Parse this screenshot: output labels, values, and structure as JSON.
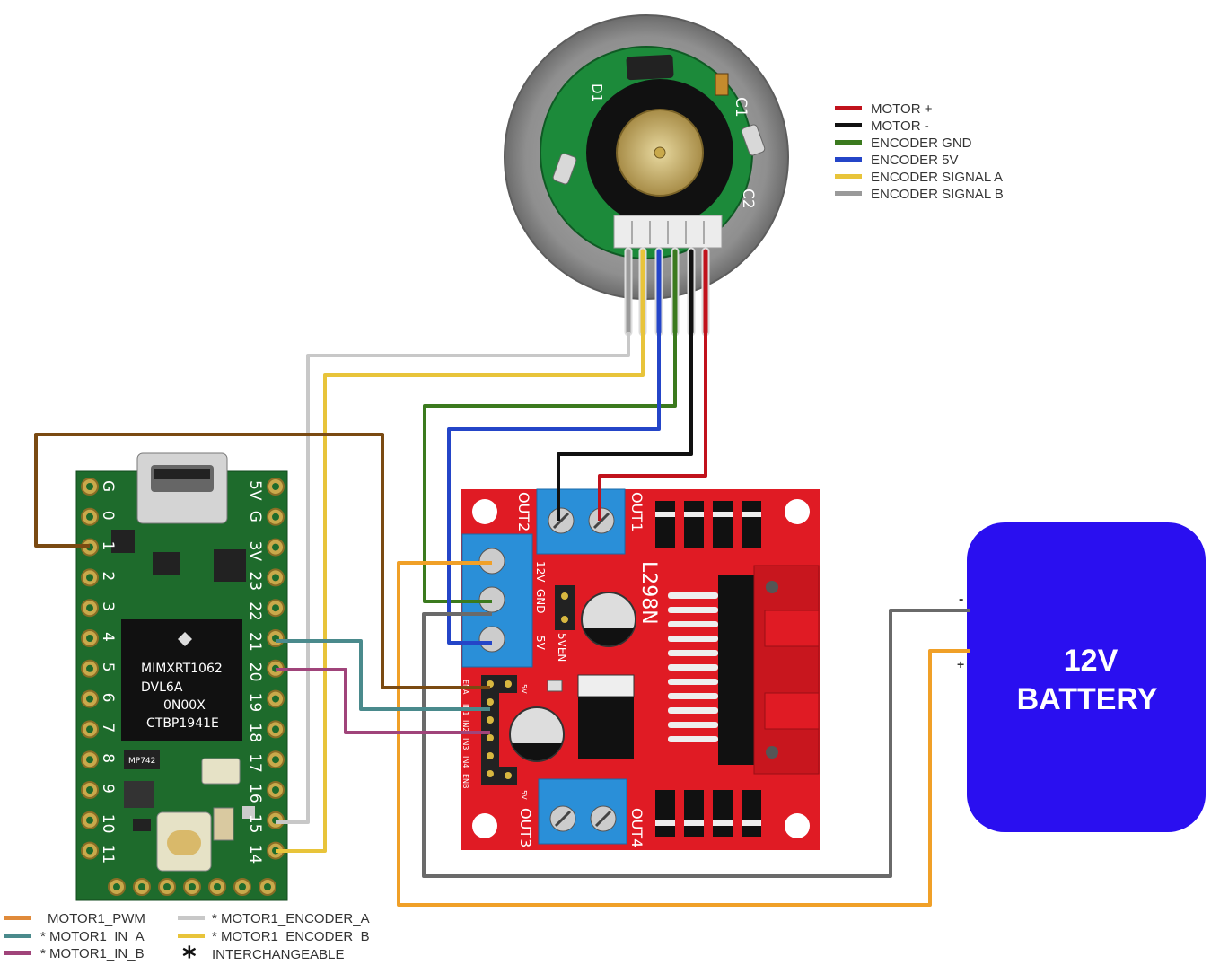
{
  "motor_legend": [
    {
      "label": "MOTOR +",
      "color": "#c1121c"
    },
    {
      "label": "MOTOR -",
      "color": "#111111"
    },
    {
      "label": "ENCODER GND",
      "color": "#3b7a1e"
    },
    {
      "label": "ENCODER 5V",
      "color": "#2445c8"
    },
    {
      "label": "ENCODER SIGNAL A",
      "color": "#e8c43a"
    },
    {
      "label": "ENCODER SIGNAL B",
      "color": "#9a9a9a"
    }
  ],
  "signal_legend": [
    {
      "label": "MOTOR1_PWM",
      "color": "#e08a3a"
    },
    {
      "label": "* MOTOR1_IN_A",
      "color": "#4a8a8c"
    },
    {
      "label": "* MOTOR1_IN_B",
      "color": "#a0447a"
    },
    {
      "label": "* MOTOR1_ENCODER_A",
      "color": "#c8c8c8"
    },
    {
      "label": "* MOTOR1_ENCODER_B",
      "color": "#e8c43a"
    },
    {
      "label": "INTERCHANGEABLE",
      "symbol": "*"
    }
  ],
  "battery": {
    "line1": "12V",
    "line2": "BATTERY",
    "minus": "-",
    "plus": "+",
    "color": "#2a0ff0"
  },
  "teensy": {
    "chip_lines": [
      "MIMXRT1062",
      "DVL6A",
      "0N00X",
      "CTBP1941E"
    ],
    "small_chip": "MP742",
    "left_pins": [
      "G",
      "0",
      "1",
      "2",
      "3",
      "4",
      "5",
      "6",
      "7",
      "8",
      "9",
      "10",
      "11"
    ],
    "right_pins": [
      "5V",
      "G",
      "3V",
      "23",
      "22",
      "21",
      "20",
      "19",
      "18",
      "17",
      "16",
      "15",
      "14"
    ]
  },
  "driver": {
    "title": "L298N",
    "out1": "OUT1",
    "out2": "OUT2",
    "out3": "OUT3",
    "out4": "OUT4",
    "power_labels": [
      "12V",
      "GND",
      "5V"
    ],
    "jumper_label": "5VEN",
    "header_labels": [
      "ENA",
      "IN1",
      "IN2",
      "IN3",
      "IN4",
      "ENB"
    ],
    "five_v_label": "5V",
    "five_v_label2": "5V"
  },
  "motor_pcb": {
    "labels": [
      "D1",
      "C1",
      "C2"
    ]
  }
}
